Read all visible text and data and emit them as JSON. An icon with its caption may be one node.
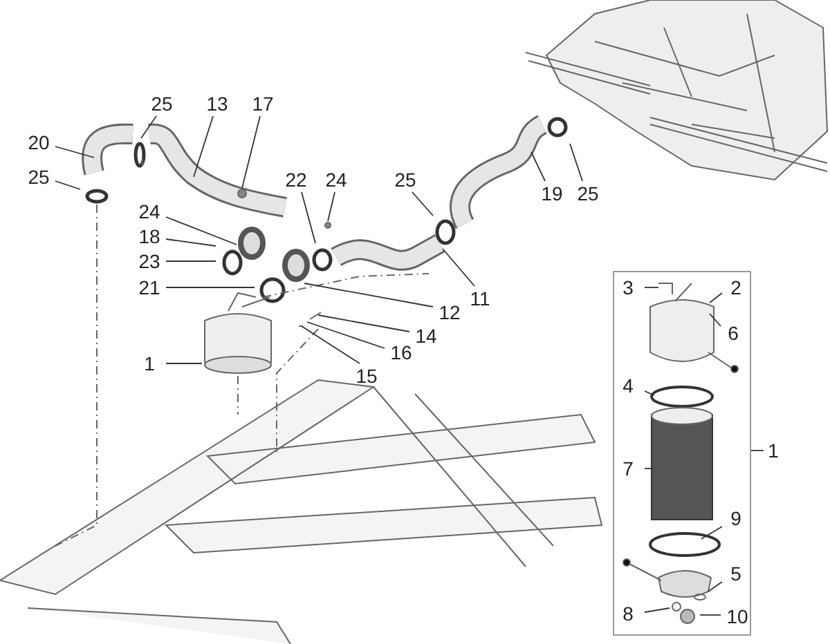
{
  "diagram": {
    "nodes": [
      {
        "text": [
          "25"
        ]
      },
      {
        "text": [
          "13"
        ]
      },
      {
        "text": [
          "17"
        ]
      },
      {
        "text": [
          "20"
        ]
      },
      {
        "text": [
          "25"
        ]
      },
      {
        "text": [
          "24"
        ]
      },
      {
        "text": [
          "18"
        ]
      },
      {
        "text": [
          "23"
        ]
      },
      {
        "text": [
          "21"
        ]
      },
      {
        "text": [
          "22"
        ]
      },
      {
        "text": [
          "24"
        ]
      },
      {
        "text": [
          "25"
        ]
      },
      {
        "text": [
          "19"
        ]
      },
      {
        "text": [
          "25"
        ]
      },
      {
        "text": [
          "11"
        ]
      },
      {
        "text": [
          "12"
        ]
      },
      {
        "text": [
          "14"
        ]
      },
      {
        "text": [
          "16"
        ]
      },
      {
        "text": [
          "15"
        ]
      },
      {
        "text": [
          "1"
        ]
      },
      {
        "text": [],
        "shape": "box"
      },
      {
        "text": [
          "3"
        ],
        "in": 20
      },
      {
        "text": [
          "2"
        ],
        "in": 20
      },
      {
        "text": [
          "6"
        ],
        "in": 20
      },
      {
        "text": [
          "4"
        ],
        "in": 20
      },
      {
        "text": [
          "7"
        ],
        "in": 20
      },
      {
        "text": [
          "9"
        ],
        "in": 20
      },
      {
        "text": [
          "5"
        ],
        "in": 20
      },
      {
        "text": [
          "8"
        ],
        "in": 20
      },
      {
        "text": [
          "10"
        ],
        "in": 20
      },
      {
        "text": [
          "1"
        ]
      }
    ],
    "edges": [
      {
        "from": 0,
        "to": null,
        "arrow": "none"
      },
      {
        "from": 1,
        "to": null,
        "arrow": "none"
      },
      {
        "from": 2,
        "to": null,
        "arrow": "none"
      },
      {
        "from": 3,
        "to": null,
        "arrow": "none"
      },
      {
        "from": 4,
        "to": null,
        "arrow": "none"
      },
      {
        "from": 5,
        "to": null,
        "arrow": "none"
      },
      {
        "from": 6,
        "to": null,
        "arrow": "none"
      },
      {
        "from": 7,
        "to": null,
        "arrow": "none"
      },
      {
        "from": 8,
        "to": null,
        "arrow": "none"
      },
      {
        "from": 9,
        "to": null,
        "arrow": "none"
      },
      {
        "from": 10,
        "to": null,
        "arrow": "none"
      },
      {
        "from": 11,
        "to": null,
        "arrow": "none"
      },
      {
        "from": 12,
        "to": null,
        "arrow": "none"
      },
      {
        "from": 13,
        "to": null,
        "arrow": "none"
      },
      {
        "from": 14,
        "to": null,
        "arrow": "none"
      },
      {
        "from": 15,
        "to": null,
        "arrow": "none"
      },
      {
        "from": 16,
        "to": null,
        "arrow": "none"
      },
      {
        "from": 17,
        "to": null,
        "arrow": "none"
      },
      {
        "from": 18,
        "to": null,
        "arrow": "none"
      },
      {
        "from": 19,
        "to": null,
        "arrow": "none"
      },
      {
        "from": 21,
        "to": null,
        "arrow": "none"
      },
      {
        "from": 22,
        "to": null,
        "arrow": "none"
      },
      {
        "from": 23,
        "to": null,
        "arrow": "none"
      },
      {
        "from": 24,
        "to": null,
        "arrow": "none"
      },
      {
        "from": 25,
        "to": null,
        "arrow": "none"
      },
      {
        "from": 26,
        "to": null,
        "arrow": "none"
      },
      {
        "from": 27,
        "to": null,
        "arrow": "none"
      },
      {
        "from": 28,
        "to": null,
        "arrow": "none"
      },
      {
        "from": 29,
        "to": null,
        "arrow": "none"
      },
      {
        "from": 30,
        "to": 20,
        "arrow": "none"
      }
    ]
  }
}
